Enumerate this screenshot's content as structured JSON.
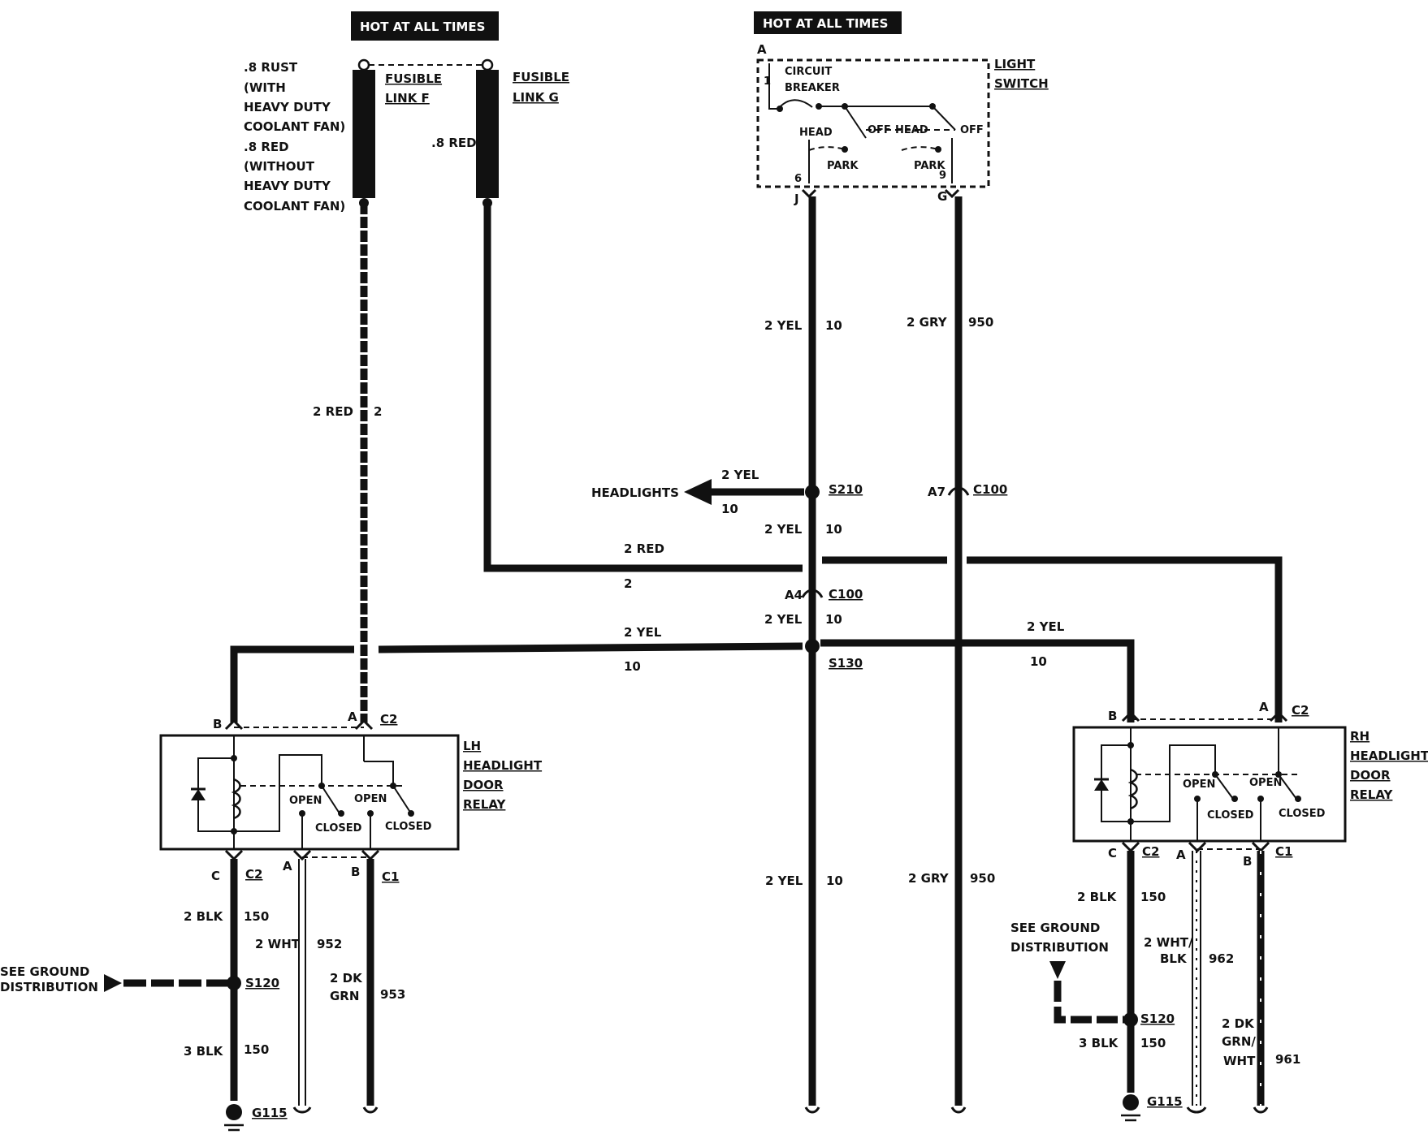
{
  "power": {
    "left_banner": "HOT AT ALL TIMES",
    "center_banner": "HOT AT ALL TIMES"
  },
  "fusible_links": {
    "f_label_1": "FUSIBLE",
    "f_label_2": "LINK F",
    "g_label_1": "FUSIBLE",
    "g_label_2": "LINK G",
    "f_wire_lines": [
      ".8 RUST",
      "(WITH",
      "HEAVY DUTY",
      "COOLANT FAN)",
      ".8 RED",
      "(WITHOUT",
      "HEAVY DUTY",
      "COOLANT FAN)"
    ],
    "g_wire": ".8 RED"
  },
  "light_switch": {
    "label_1": "LIGHT",
    "label_2": "SWITCH",
    "pin_a": "A",
    "pin_1": "1",
    "breaker_1": "CIRCUIT",
    "breaker_2": "BREAKER",
    "head_1": "HEAD",
    "off_1": "OFF",
    "head_2": "HEAD",
    "off_2": "OFF",
    "park_1": "PARK",
    "park_2": "PARK",
    "pin_6": "6",
    "pin_9": "9",
    "pin_j": "J",
    "pin_g": "G"
  },
  "wires": {
    "left_red_color": "2 RED",
    "left_red_circuit": "2",
    "yel_upper_color": "2 YEL",
    "yel_upper_circuit": "10",
    "gry_upper_color": "2 GRY",
    "gry_upper_circuit": "950",
    "headlights_label": "HEADLIGHTS",
    "headlights_color": "2 YEL",
    "headlights_circuit": "10",
    "s210": "S210",
    "a7": "A7",
    "c100_gry": "C100",
    "yel_mid_color": "2 YEL",
    "yel_mid_circuit": "10",
    "red_horiz_color": "2 RED",
    "red_horiz_circuit": "2",
    "a4": "A4",
    "c100_yel": "C100",
    "yel_below_c100_color": "2 YEL",
    "yel_below_c100_circuit": "10",
    "left_yel_color": "2 YEL",
    "left_yel_circuit": "10",
    "right_yel_color": "2 YEL",
    "right_yel_circuit": "10",
    "s130": "S130",
    "yel_lower_color": "2 YEL",
    "yel_lower_circuit": "10",
    "gry_lower_color": "2 GRY",
    "gry_lower_circuit": "950"
  },
  "lh_relay": {
    "label_1": "LH",
    "label_2": "HEADLIGHT",
    "label_3": "DOOR",
    "label_4": "RELAY",
    "pin_b_top": "B",
    "pin_a_top": "A",
    "c2_top": "C2",
    "open_1": "OPEN",
    "open_2": "OPEN",
    "closed_1": "CLOSED",
    "closed_2": "CLOSED",
    "pin_c": "C",
    "c2_bottom": "C2",
    "pin_a_bottom": "A",
    "pin_b_bottom": "B",
    "c1_bottom": "C1",
    "blk_color": "2 BLK",
    "blk_circuit": "150",
    "wht_color": "2 WHT",
    "wht_circuit": "952",
    "grn_color_1": "2 DK",
    "grn_color_2": "GRN",
    "grn_circuit": "953",
    "ground_ref_1": "SEE GROUND",
    "ground_ref_2": "DISTRIBUTION",
    "s120": "S120",
    "blk3_color": "3 BLK",
    "blk3_circuit": "150",
    "g115": "G115"
  },
  "rh_relay": {
    "label_1": "RH",
    "label_2": "HEADLIGHT",
    "label_3": "DOOR",
    "label_4": "RELAY",
    "pin_b_top": "B",
    "pin_a_top": "A",
    "c2_top": "C2",
    "open_1": "OPEN",
    "open_2": "OPEN",
    "closed_1": "CLOSED",
    "closed_2": "CLOSED",
    "pin_c": "C",
    "c2_bottom": "C2",
    "pin_a_bottom": "A",
    "pin_b_bottom": "B",
    "c1_bottom": "C1",
    "blk_color": "2 BLK",
    "blk_circuit": "150",
    "ground_ref_1": "SEE GROUND",
    "ground_ref_2": "DISTRIBUTION",
    "wht_color_1": "2 WHT/",
    "wht_color_2": "BLK",
    "wht_circuit": "962",
    "s120": "S120",
    "blk3_color": "3 BLK",
    "blk3_circuit": "150",
    "grn_color_1": "2 DK",
    "grn_color_2": "GRN/",
    "grn_color_3": "WHT",
    "grn_circuit": "961",
    "g115": "G115"
  }
}
